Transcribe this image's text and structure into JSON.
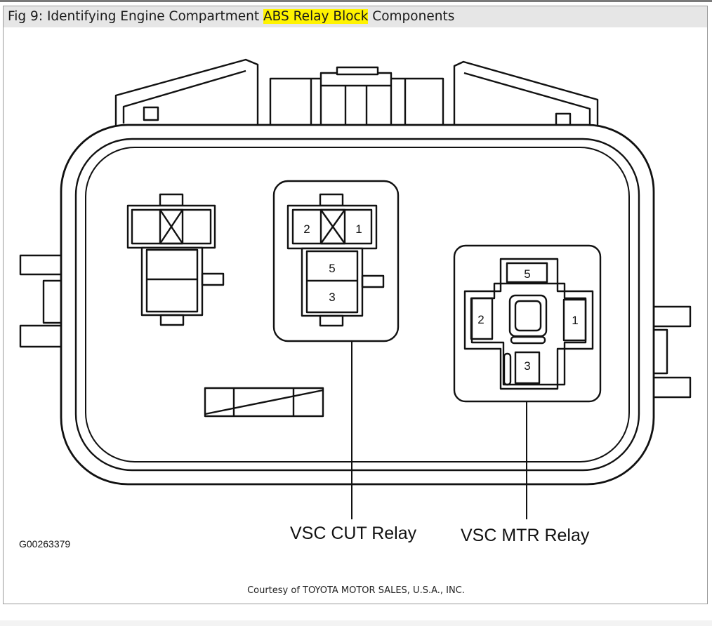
{
  "caption": {
    "prefix": "Fig 9: Identifying Engine Compartment ",
    "highlight": "ABS Relay Block",
    "suffix": " Components"
  },
  "figure_code": "G00263379",
  "callouts": {
    "vsc_cut": "VSC CUT Relay",
    "vsc_mtr": "VSC MTR Relay"
  },
  "cut_relay_pins": {
    "p2": "2",
    "p1": "1",
    "p5": "5",
    "p3": "3"
  },
  "mtr_relay_pins": {
    "p5": "5",
    "p2": "2",
    "p1": "1",
    "p3": "3"
  },
  "credit": "Courtesy of TOYOTA MOTOR SALES, U.S.A., INC.",
  "colors": {
    "highlight": "#fff300",
    "caption_bg": "#e6e6e6",
    "line": "#111111"
  }
}
